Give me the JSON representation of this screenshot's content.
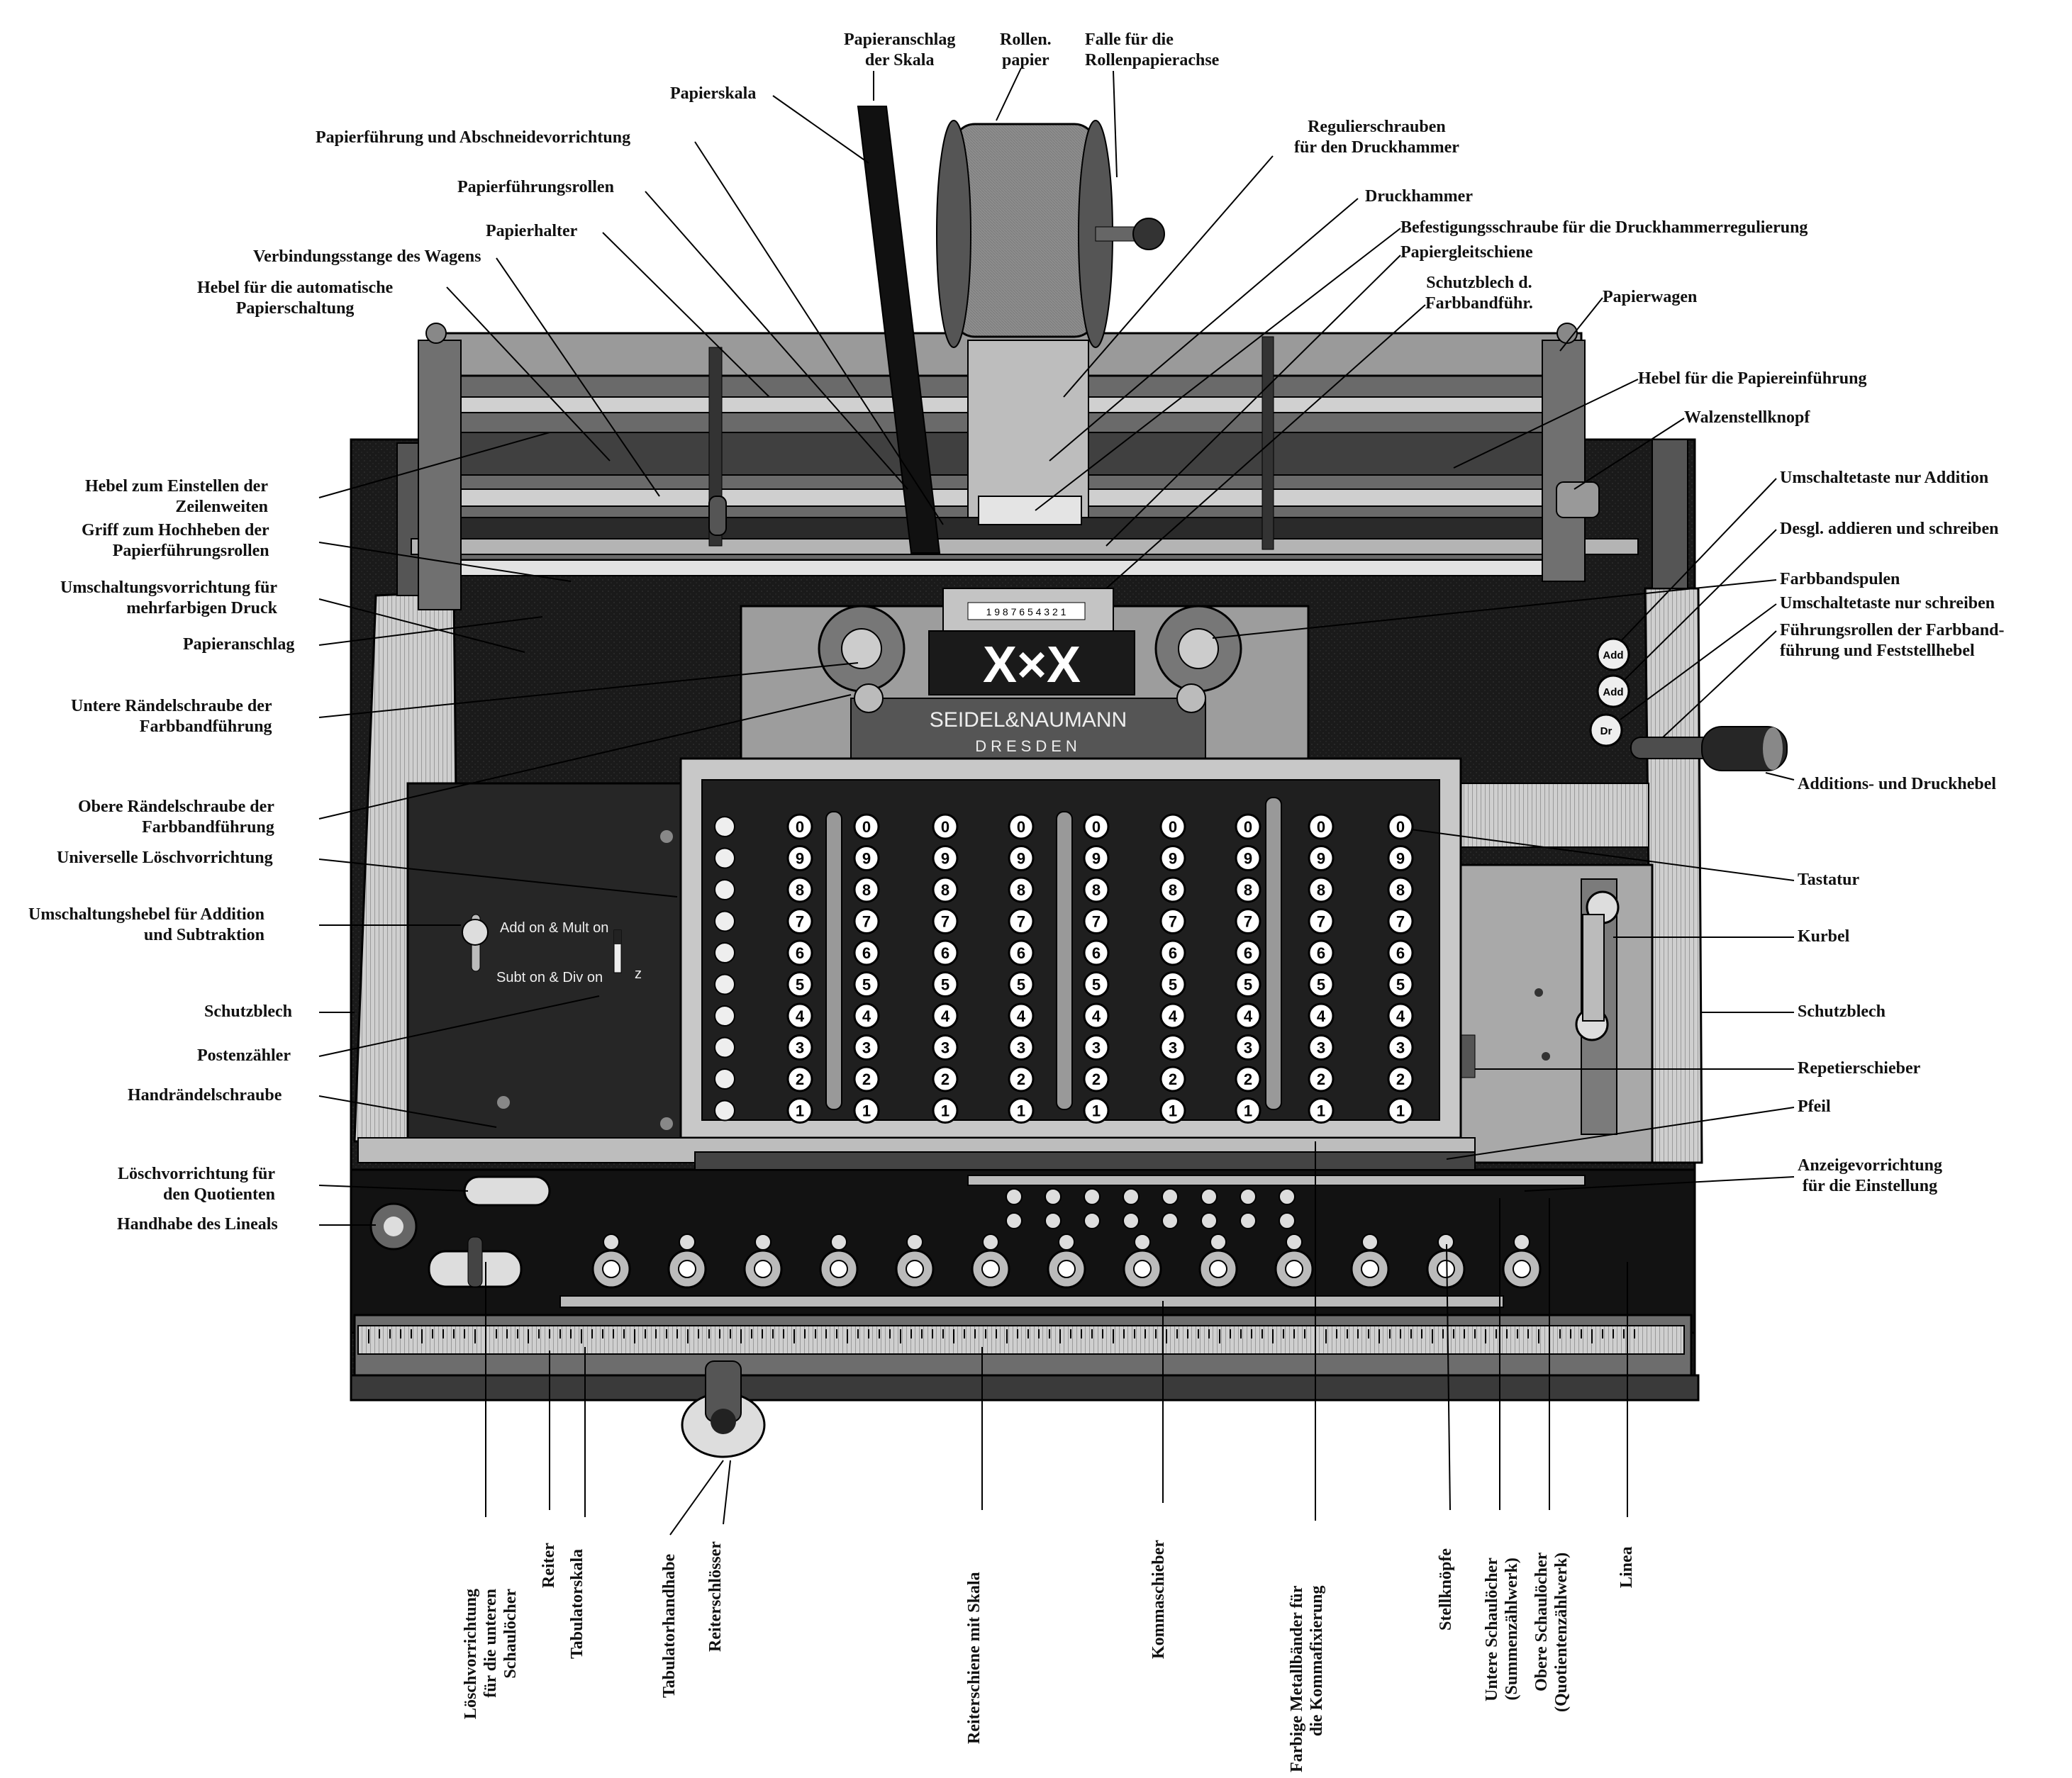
{
  "machine": {
    "brand_line1": "SEIDEL&NAUMANN",
    "brand_line2": "DRESDEN",
    "logo": "X×X",
    "switch_labels": [
      "Add on & Mult on",
      "Subt on & Div on"
    ],
    "switch_z": "z",
    "counter_digits": "1 9 8 7 6 5 4 3 2 1",
    "key_digits": [
      "0",
      "9",
      "8",
      "7",
      "6",
      "5",
      "4",
      "3",
      "2",
      "1"
    ],
    "key_badges": [
      "Add",
      "Add",
      "Dr"
    ]
  },
  "labels_top": [
    {
      "id": "papieranschlag-skala",
      "lines": [
        "Papieranschlag",
        "der Skala"
      ]
    },
    {
      "id": "rollenpapier",
      "lines": [
        "Rollen.",
        "papier"
      ]
    },
    {
      "id": "falle-rollenpapierachse",
      "lines": [
        "Falle für die",
        "Rollenpapierachse"
      ]
    }
  ],
  "labels_left": [
    {
      "id": "papierskala",
      "lines": [
        "Papierskala"
      ]
    },
    {
      "id": "papierfuehrung",
      "lines": [
        "Papierführung und Abschneidevorrichtung"
      ]
    },
    {
      "id": "papierfuehrungsrollen",
      "lines": [
        "Papierführungsrollen"
      ]
    },
    {
      "id": "papierhalter",
      "lines": [
        "Papierhalter"
      ]
    },
    {
      "id": "verbindungsstange",
      "lines": [
        "Verbindungsstange des Wagens"
      ]
    },
    {
      "id": "hebel-auto-papierschaltung",
      "lines": [
        "Hebel für die automatische",
        "Papierschaltung"
      ]
    },
    {
      "id": "hebel-zeilenweiten",
      "lines": [
        "Hebel zum Einstellen der",
        "Zeilenweiten"
      ]
    },
    {
      "id": "griff-hochheben",
      "lines": [
        "Griff zum Hochheben der",
        "Papierführungsrollen"
      ]
    },
    {
      "id": "umschaltung-mehrfarbig",
      "lines": [
        "Umschaltungsvorrichtung für",
        "mehrfarbigen Druck"
      ]
    },
    {
      "id": "papieranschlag",
      "lines": [
        "Papieranschlag"
      ]
    },
    {
      "id": "untere-raendelschraube",
      "lines": [
        "Untere Rändelschraube der",
        "Farbbandführung"
      ]
    },
    {
      "id": "obere-raendelschraube",
      "lines": [
        "Obere Rändelschraube der",
        "Farbbandführung"
      ]
    },
    {
      "id": "universelle-loeschvorrichtung",
      "lines": [
        "Universelle Löschvorrichtung"
      ]
    },
    {
      "id": "umschaltungshebel-addition",
      "lines": [
        "Umschaltungshebel für Addition",
        "und Subtraktion"
      ]
    },
    {
      "id": "schutzblech-links",
      "lines": [
        "Schutzblech"
      ]
    },
    {
      "id": "postenzaehler",
      "lines": [
        "Postenzähler"
      ]
    },
    {
      "id": "handraendelschraube",
      "lines": [
        "Handrändelschraube"
      ]
    },
    {
      "id": "loeschvorrichtung-quotienten",
      "lines": [
        "Löschvorrichtung für",
        "den Quotienten"
      ]
    },
    {
      "id": "handhabe-lineal",
      "lines": [
        "Handhabe des Lineals"
      ]
    }
  ],
  "labels_right": [
    {
      "id": "regulierschrauben",
      "lines": [
        "Regulierschrauben",
        "für den Druckhammer"
      ]
    },
    {
      "id": "druckhammer",
      "lines": [
        "Druckhammer"
      ]
    },
    {
      "id": "befestigungsschraube",
      "lines": [
        "Befestigungsschraube für die Druckhammerregulierung"
      ]
    },
    {
      "id": "papiergleitschiene",
      "lines": [
        "Papiergleitschiene"
      ]
    },
    {
      "id": "schutzblech-farbband",
      "lines": [
        "Schutzblech d.",
        "Farbbandführ."
      ]
    },
    {
      "id": "papierwagen",
      "lines": [
        "Papierwagen"
      ]
    },
    {
      "id": "hebel-papiereinfuehrung",
      "lines": [
        "Hebel für die Papiereinführung"
      ]
    },
    {
      "id": "walzenstellknopf",
      "lines": [
        "Walzenstellknopf"
      ]
    },
    {
      "id": "umschaltetaste-addition",
      "lines": [
        "Umschaltetaste nur Addition"
      ]
    },
    {
      "id": "desgl-addieren",
      "lines": [
        "Desgl. addieren und schreiben"
      ]
    },
    {
      "id": "farbbandspulen",
      "lines": [
        "Farbbandspulen"
      ]
    },
    {
      "id": "umschaltetaste-schreiben",
      "lines": [
        "Umschaltetaste nur schreiben"
      ]
    },
    {
      "id": "fuehrungsrollen",
      "lines": [
        "Führungsrollen der Farbband-",
        "führung und Feststellhebel"
      ]
    },
    {
      "id": "additions-druckhebel",
      "lines": [
        "Additions- und Druckhebel"
      ]
    },
    {
      "id": "tastatur",
      "lines": [
        "Tastatur"
      ]
    },
    {
      "id": "kurbel",
      "lines": [
        "Kurbel"
      ]
    },
    {
      "id": "schutzblech-rechts",
      "lines": [
        "Schutzblech"
      ]
    },
    {
      "id": "repetierschieber",
      "lines": [
        "Repetierschieber"
      ]
    },
    {
      "id": "pfeil",
      "lines": [
        "Pfeil"
      ]
    },
    {
      "id": "anzeigevorrichtung",
      "lines": [
        "Anzeigevorrichtung",
        "für die Einstellung"
      ]
    }
  ],
  "labels_bottom": [
    {
      "id": "loeschvorrichtung-schauloecher",
      "lines": [
        "Löschvorrichtung",
        "für die unteren",
        "Schaulöcher"
      ]
    },
    {
      "id": "reiter",
      "lines": [
        "Reiter"
      ]
    },
    {
      "id": "tabulatorskala",
      "lines": [
        "Tabulatorskala"
      ]
    },
    {
      "id": "tabulatorhandhabe",
      "lines": [
        "Tabulatorhandhabe"
      ]
    },
    {
      "id": "reiterschloesser",
      "lines": [
        "Reiterschlösser"
      ]
    },
    {
      "id": "reiterschiene",
      "lines": [
        "Reiterschiene mit Skala"
      ]
    },
    {
      "id": "kommaschieber",
      "lines": [
        "Kommaschieber"
      ]
    },
    {
      "id": "metallbaender",
      "lines": [
        "Farbige Metallbänder für",
        "die Kommafixierung"
      ]
    },
    {
      "id": "stellknoepfe",
      "lines": [
        "Stellknöpfe"
      ]
    },
    {
      "id": "untere-schauloecher",
      "lines": [
        "Untere Schaulöcher",
        "(Summenzählwerk)"
      ]
    },
    {
      "id": "obere-schauloecher",
      "lines": [
        "Obere Schaulöcher",
        "(Quotientenzählwerk)"
      ]
    },
    {
      "id": "linea",
      "lines": [
        "Linea"
      ]
    }
  ]
}
